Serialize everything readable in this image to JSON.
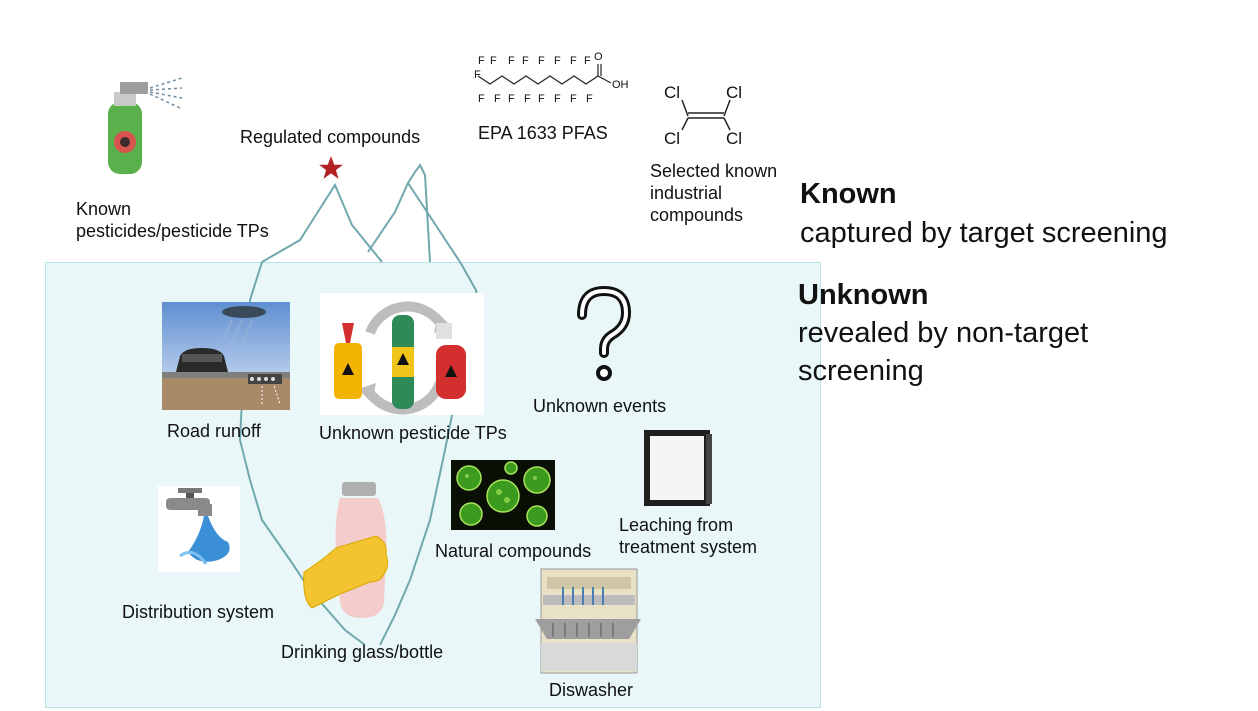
{
  "known": {
    "pesticides": "Known\npesticides/pesticide TPs",
    "regulated": "Regulated compounds",
    "pfas_label": "EPA 1633 PFAS",
    "industrial": "Selected known\nindustrial\ncompounds",
    "heading": "Known",
    "subheading": "captured by target screening"
  },
  "unknown": {
    "heading": "Unknown",
    "subheading": "revealed by non-target\nscreening",
    "road_runoff": "Road runoff",
    "pesticide_tps": "Unknown pesticide TPs",
    "events": "Unknown events",
    "natural": "Natural compounds",
    "leaching": "Leaching from\ntreatment system",
    "distribution": "Distribution system",
    "drinking": "Drinking glass/bottle",
    "dishwasher": "Diswasher"
  },
  "molecules": {
    "pfas_top_f": [
      "F",
      "F",
      "F",
      "F",
      "F",
      "F",
      "F",
      "F"
    ],
    "pfas_bottom_f": [
      "F",
      "F",
      "F",
      "F",
      "F",
      "F",
      "F",
      "F"
    ],
    "pfas_end_f": "F",
    "pfas_o": "O",
    "pfas_oh": "OH",
    "tce_cl": [
      "Cl",
      "Cl",
      "Cl",
      "Cl"
    ]
  },
  "colors": {
    "water": "#e9f7f8",
    "iceberg_line": "#6fa9ad",
    "star": "#b22222"
  },
  "icons": [
    "spray-bottle-icon",
    "star-icon",
    "pfas-structure-icon",
    "tce-structure-icon",
    "road-runoff-image",
    "pesticide-cycle-image",
    "question-mark-icon",
    "algae-image",
    "filter-icon",
    "tap-icon",
    "bottle-icon",
    "dishwasher-icon"
  ]
}
